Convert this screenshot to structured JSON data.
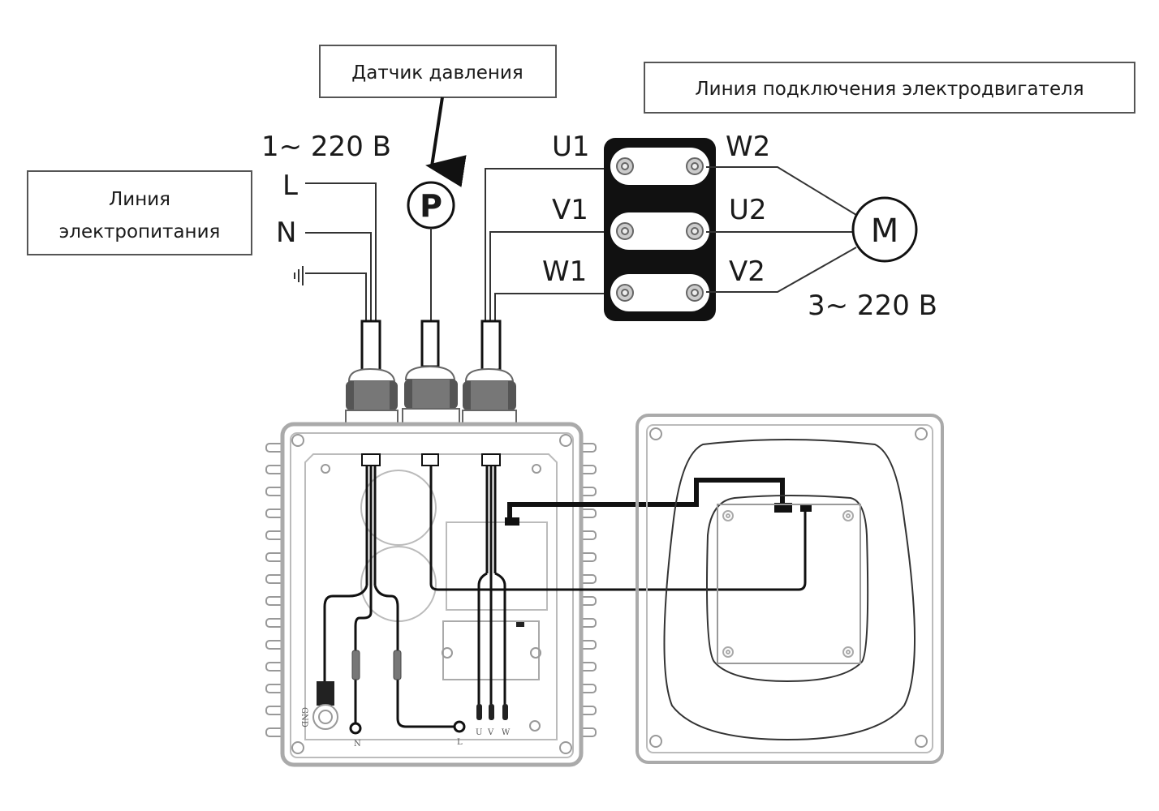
{
  "diagram": {
    "title_boxes": {
      "power_line": [
        "Линия",
        "электропитания"
      ],
      "pressure_sensor": "Датчик давления",
      "motor_line": "Линия подключения электродвигателя"
    },
    "supply": {
      "voltage": "1~ 220 В",
      "conductors": [
        "L",
        "N"
      ],
      "ground_symbol": "earth-ground"
    },
    "sensor_symbol": "P",
    "motor": {
      "symbol": "M",
      "voltage": "3~ 220 В",
      "terminals_left": [
        "U1",
        "V1",
        "W1"
      ],
      "terminals_right": [
        "W2",
        "U2",
        "V2"
      ]
    },
    "box_labels": {
      "gnd": "GND",
      "n": "N",
      "l": "L",
      "outputs": [
        "U",
        "V",
        "W"
      ]
    }
  }
}
